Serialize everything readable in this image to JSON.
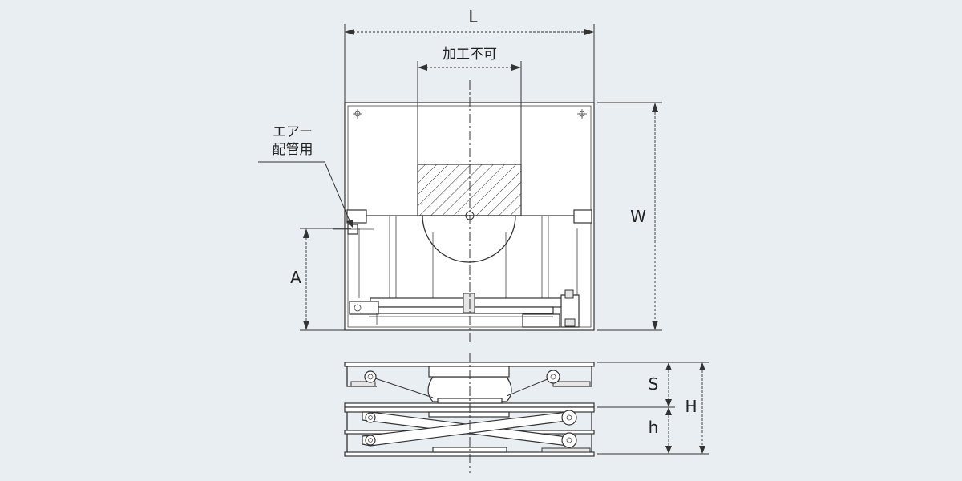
{
  "labels": {
    "L": "L",
    "W": "W",
    "A": "A",
    "S": "S",
    "H": "H",
    "h": "h",
    "no_machining": "加工不可",
    "air_line_1": "エアー",
    "air_line_2": "配管用"
  },
  "colors": {
    "background": "#e9eef2",
    "line": "#333333",
    "hatch_fill": "#dddddd"
  }
}
